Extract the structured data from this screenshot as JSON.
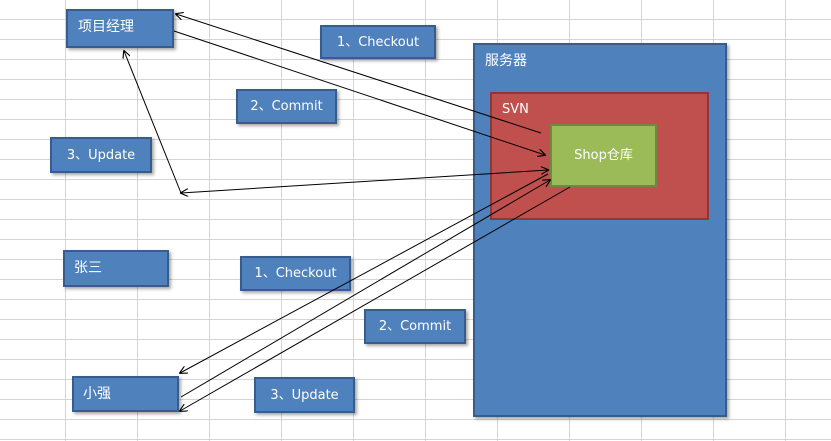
{
  "server": {
    "label": "服务器"
  },
  "svn": {
    "label": "SVN"
  },
  "repo": {
    "label": "Shop仓库"
  },
  "users": {
    "project_manager": "项目经理",
    "zhangsan": "张三",
    "xiaoqiang": "小强"
  },
  "steps": {
    "pm_checkout": "1、Checkout",
    "pm_commit": "2、Commit",
    "pm_update": "3、Update",
    "xq_checkout": "1、Checkout",
    "xq_commit": "2、Commit",
    "xq_update": "3、Update"
  },
  "colors": {
    "blue_box": "#4f81bd",
    "svn_red": "#c0504d",
    "repo_green": "#9bbb59",
    "arrow": "#000000"
  }
}
